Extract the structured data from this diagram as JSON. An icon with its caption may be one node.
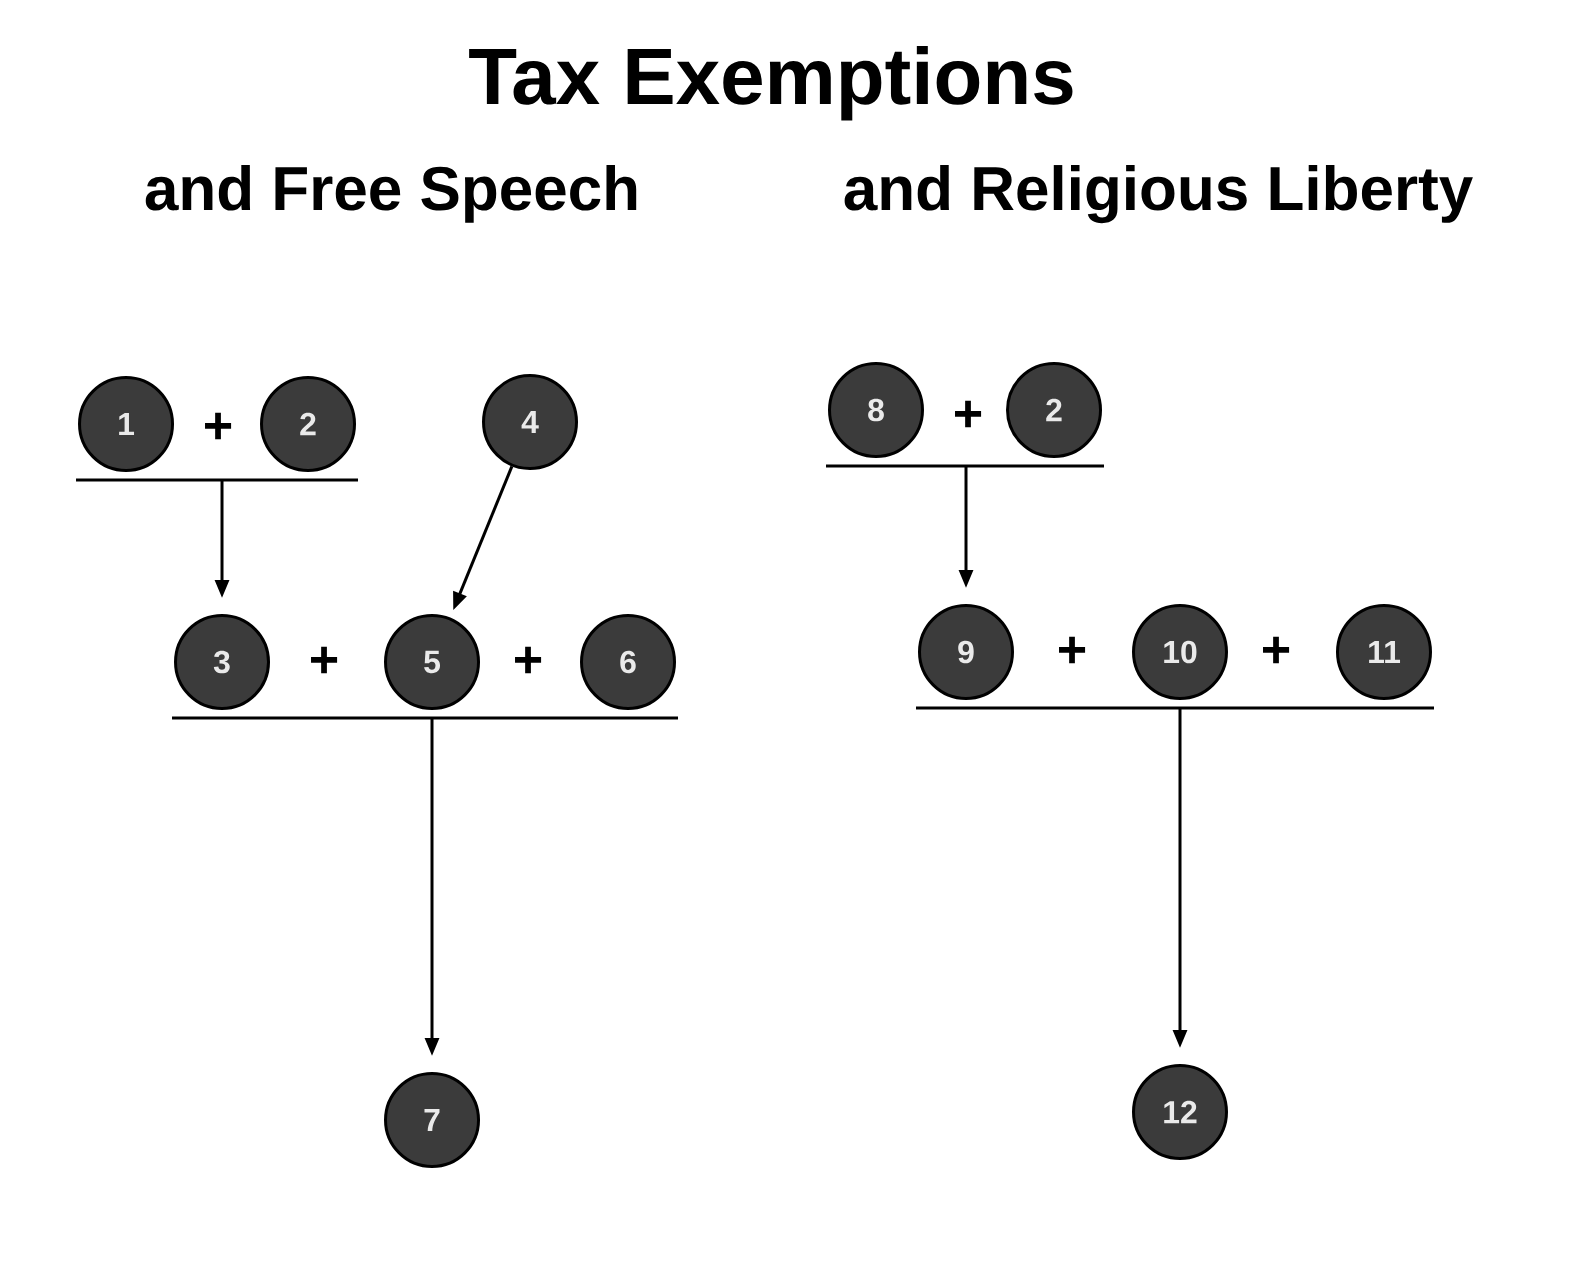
{
  "diagram": {
    "title": "Tax Exemptions",
    "nodes": [
      {
        "text": [
          "1"
        ]
      },
      {
        "text": [
          "2"
        ]
      },
      {
        "text": [
          "4"
        ]
      },
      {
        "text": [
          "3"
        ]
      },
      {
        "text": [
          "5"
        ]
      },
      {
        "text": [
          "6"
        ]
      },
      {
        "text": [
          "7"
        ]
      },
      {
        "text": [
          "8"
        ]
      },
      {
        "text": [
          "2"
        ]
      },
      {
        "text": [
          "9"
        ]
      },
      {
        "text": [
          "10"
        ]
      },
      {
        "text": [
          "11"
        ]
      },
      {
        "text": [
          "12"
        ]
      }
    ],
    "edges": [
      {
        "from": 0,
        "to": 3,
        "arrow": "to"
      },
      {
        "from": 1,
        "to": 3,
        "arrow": "to"
      },
      {
        "from": 2,
        "to": 4,
        "arrow": "to"
      },
      {
        "from": 3,
        "to": 6,
        "arrow": "to"
      },
      {
        "from": 4,
        "to": 6,
        "arrow": "to"
      },
      {
        "from": 5,
        "to": 6,
        "arrow": "to"
      },
      {
        "from": 7,
        "to": 9,
        "arrow": "to"
      },
      {
        "from": 8,
        "to": 9,
        "arrow": "to"
      },
      {
        "from": 9,
        "to": 12,
        "arrow": "to"
      },
      {
        "from": 10,
        "to": 12,
        "arrow": "to"
      },
      {
        "from": 11,
        "to": 12,
        "arrow": "to"
      }
    ],
    "labels": [
      "and Free Speech",
      "and Religious Liberty",
      "+",
      "+",
      "+",
      "+",
      "+",
      "+"
    ]
  }
}
